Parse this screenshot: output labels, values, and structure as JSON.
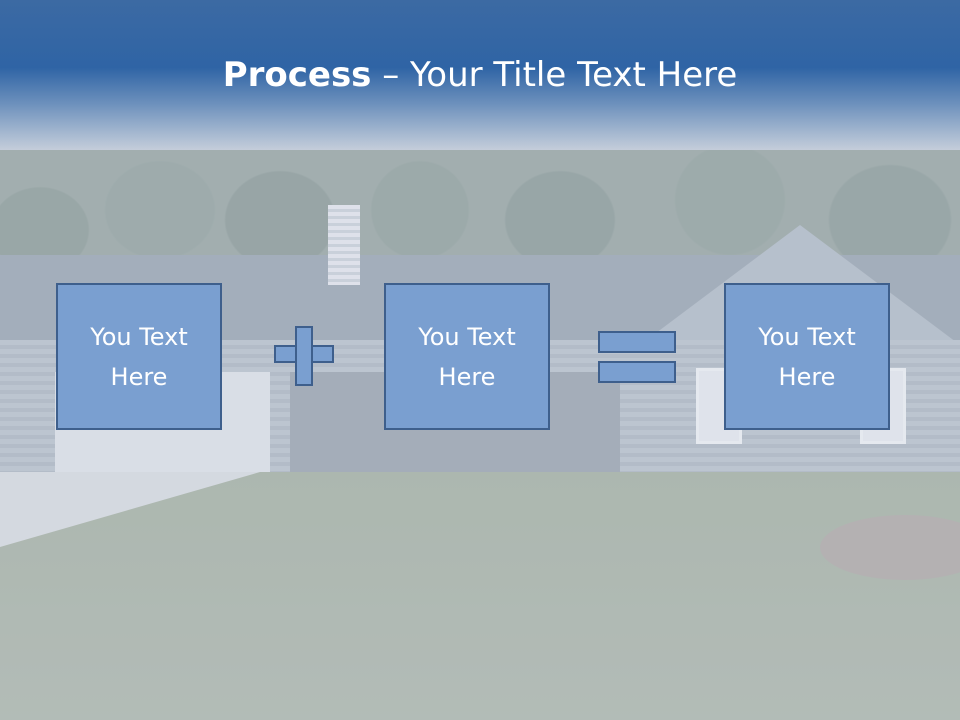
{
  "slide": {
    "title_bold": "Process",
    "title_rest": " – Your Title Text Here",
    "boxes": [
      {
        "label": "You Text\nHere"
      },
      {
        "label": "You Text\nHere"
      },
      {
        "label": "You Text\nHere"
      }
    ],
    "operators": [
      "plus-icon",
      "equals-icon"
    ],
    "colors": {
      "title_band": "#2f64a5",
      "box_fill": "#7a9fd0",
      "box_border": "#3e5f8c",
      "text": "#ffffff"
    }
  }
}
